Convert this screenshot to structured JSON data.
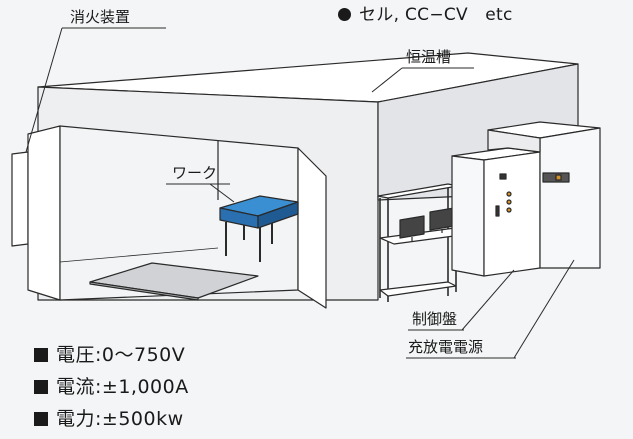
{
  "labels": {
    "fire_extinguisher": "消火装置",
    "chamber": "恒温槽",
    "work": "ワーク",
    "control_panel": "制御盤",
    "power_supply": "充放電電源"
  },
  "cell_note": "セル, CC−CV　etc",
  "specs": [
    "電圧:0〜750V",
    "電流:±1,000A",
    "電力:±500kw"
  ]
}
